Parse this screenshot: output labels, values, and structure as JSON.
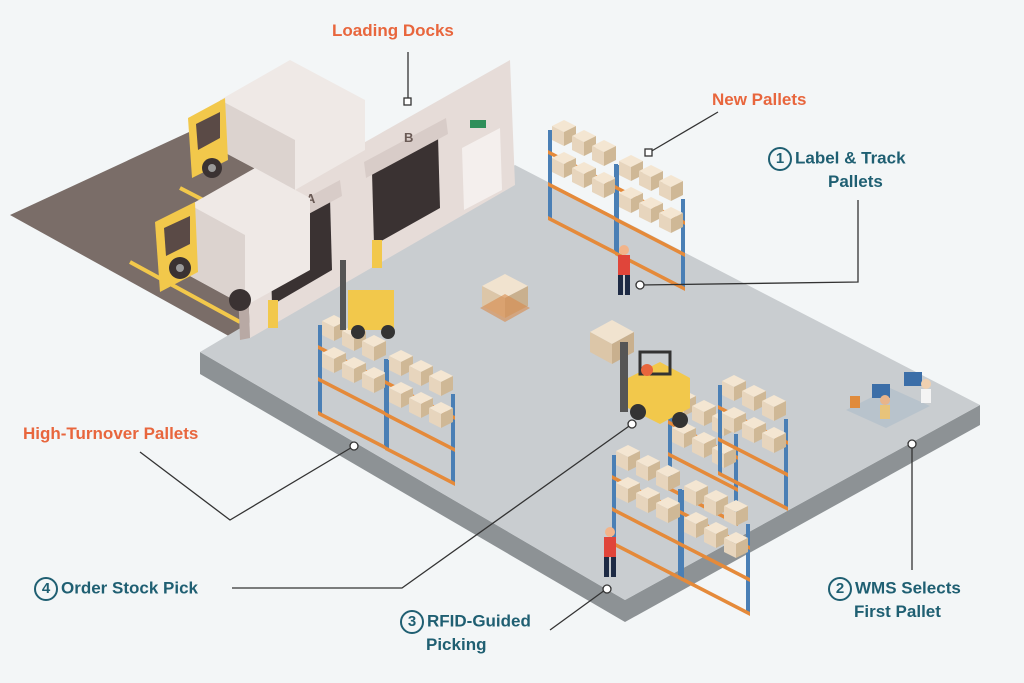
{
  "labels": {
    "loading_docks": "Loading Docks",
    "new_pallets": "New Pallets",
    "high_turnover": "High-Turnover Pallets",
    "step1_num": "1",
    "step1_line1": "Label & Track",
    "step1_line2": "Pallets",
    "step2_num": "2",
    "step2_line1": "WMS Selects",
    "step2_line2": "First Pallet",
    "step3_num": "3",
    "step3_line1": "RFID-Guided",
    "step3_line2": "Picking",
    "step4_num": "4",
    "step4_line1": "Order Stock Pick"
  },
  "dock_letters": {
    "a": "A",
    "b": "B"
  },
  "colors": {
    "accent_orange": "#e8663d",
    "teal": "#1f5f72",
    "floor": "#c9cdd0",
    "rack_blue": "#4a7fb5",
    "rack_orange": "#e58a3a",
    "box": "#e7d5bd",
    "truck_cab": "#f2c84b"
  }
}
